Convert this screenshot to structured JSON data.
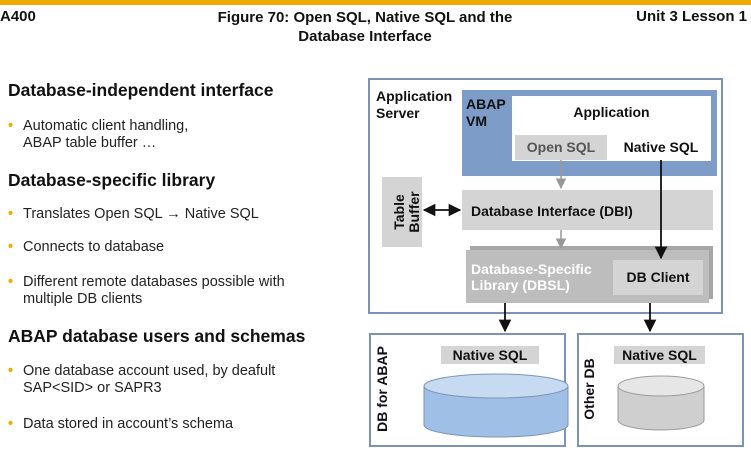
{
  "header": {
    "left": "A400",
    "center_line1": "Figure 70: Open SQL, Native SQL and the",
    "center_line2": "Database Interface",
    "right": "Unit 3 Lesson 1"
  },
  "sections": [
    {
      "title": "Database-independent interface",
      "bullets": [
        "Automatic client handling,|ABAP table buffer …"
      ]
    },
    {
      "title": "Database-specific library",
      "bullets": [
        "Translates Open SQL → Native SQL",
        "Connects to database",
        "Different remote databases possible with|multiple DB clients"
      ]
    },
    {
      "title": "ABAP database users and schemas",
      "bullets": [
        "One database account used, by deafult|SAP<SID> or SAPR3",
        "Data stored in account’s schema"
      ]
    }
  ],
  "diagram": {
    "app_server": "Application\nServer",
    "abap_vm": "ABAP\nVM",
    "application": "Application",
    "open_sql": "Open SQL",
    "native_sql": "Native SQL",
    "table_buffer": "Table\nBuffer",
    "dbi": "Database Interface (DBI)",
    "dbsl": "Database-Specific\nLibrary (DBSL)",
    "db_client": "DB Client",
    "db_abap": "DB for ABAP",
    "db_abap_native": "Native SQL",
    "other_db": "Other DB",
    "other_db_native": "Native SQL"
  },
  "colors": {
    "accent": "#f0ab00",
    "abap_vm": "#7e9cc8",
    "frame": "#7d93b4",
    "grey_box": "#d4d4d4",
    "dbsl": "#bdbdbd",
    "db_blue": "#9fbfe6",
    "db_grey": "#cfcfcf"
  }
}
